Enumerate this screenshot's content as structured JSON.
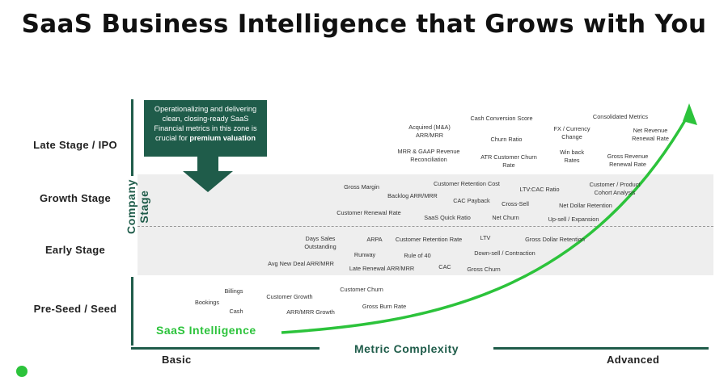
{
  "title": "SaaS Business Intelligence that Grows with You",
  "y_axis": {
    "label_line1": "Company",
    "label_line2": "Stage"
  },
  "x_axis": {
    "label": "Metric Complexity",
    "start": "Basic",
    "end": "Advanced"
  },
  "stages": [
    "Late Stage / IPO",
    "Growth Stage",
    "Early Stage",
    "Pre-Seed / Seed"
  ],
  "callout": {
    "text_plain": "Operationalizing and delivering clean, closing-ready SaaS Financial metrics in this zone is crucial for ",
    "text_bold": "premium valuation"
  },
  "curve_label": "SaaS Intelligence",
  "colors": {
    "accent": "#1f5c4a",
    "curve": "#2cc33b",
    "band": "#eeeeee"
  },
  "metrics": {
    "late": [
      "Acquired (M&A) ARR/MRR",
      "Cash Conversion Score",
      "MRR & GAAP Revenue Reconciliation",
      "Churn Ratio",
      "ATR Customer Churn Rate",
      "FX / Currency Change",
      "Win back Rates",
      "Consolidated Metrics",
      "Net Revenue Renewal Rate",
      "Gross Revenue Renewal Rate"
    ],
    "growth": [
      "Gross Margin",
      "Customer Retention Cost",
      "Backlog ARR/MRR",
      "LTV:CAC Ratio",
      "Customer / Product Cohort Analysis",
      "CAC Payback",
      "Cross-Sell",
      "Net Dollar Retention",
      "Customer Renewal Rate",
      "SaaS Quick Ratio",
      "Net Churn",
      "Up-sell / Expansion"
    ],
    "early": [
      "Days Sales Outstanding",
      "ARPA",
      "Customer Retention Rate",
      "LTV",
      "Gross Dollar Retention",
      "Runway",
      "Rule of 40",
      "Down-sell / Contraction",
      "Avg New Deal ARR/MRR",
      "Late Renewal ARR/MRR",
      "CAC",
      "Gross Churn"
    ],
    "seed": [
      "Billings",
      "Customer Churn",
      "Bookings",
      "Customer Growth",
      "Cash",
      "ARR/MRR Growth",
      "Gross Burn Rate"
    ]
  }
}
